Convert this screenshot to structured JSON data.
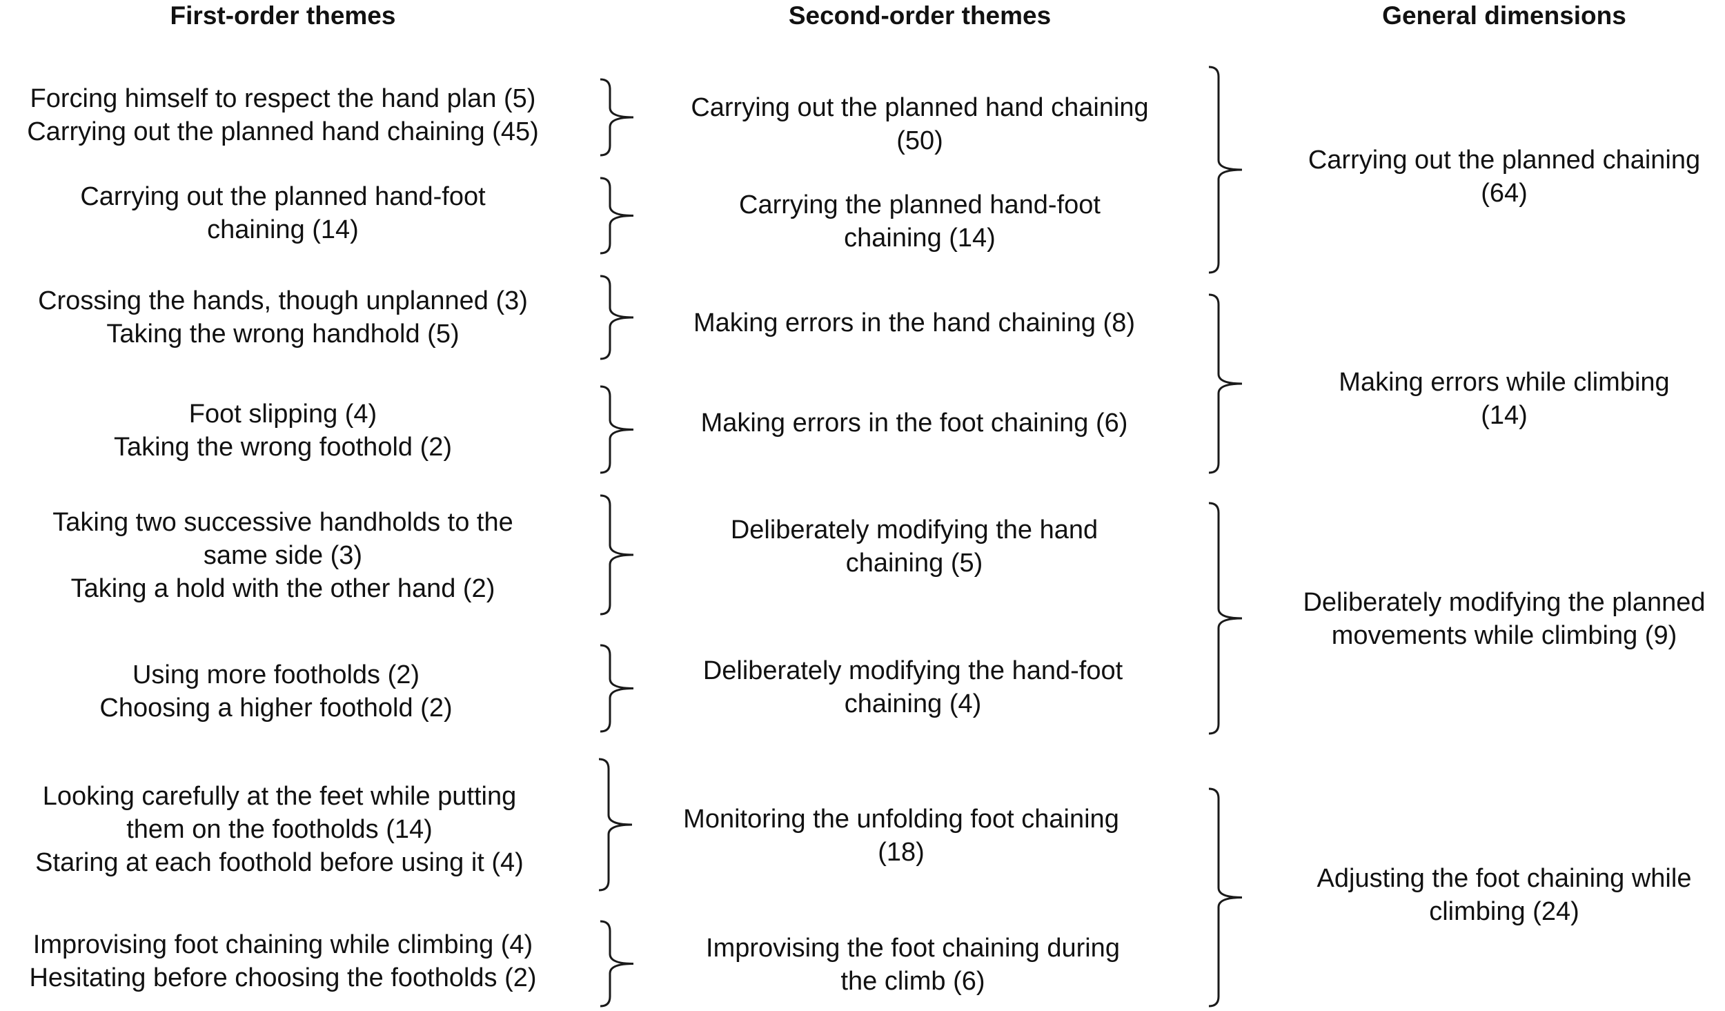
{
  "headers": {
    "first": "First-order themes",
    "second": "Second-order themes",
    "general": "General dimensions"
  },
  "first_order": [
    {
      "lines": [
        "Forcing himself to respect the hand plan (5)",
        "Carrying out the planned hand chaining (45)"
      ]
    },
    {
      "lines": [
        "Carrying out the planned hand-foot",
        "chaining (14)"
      ]
    },
    {
      "lines": [
        "Crossing the hands, though unplanned (3)",
        "Taking the wrong handhold (5)"
      ]
    },
    {
      "lines": [
        "Foot slipping (4)",
        "Taking the wrong foothold (2)"
      ]
    },
    {
      "lines": [
        "Taking two successive handholds to the",
        "same side (3)",
        "Taking a hold with the other hand (2)"
      ]
    },
    {
      "lines": [
        "Using more footholds (2)",
        "Choosing a higher foothold (2)"
      ]
    },
    {
      "lines": [
        "Looking carefully at the feet while putting",
        "them on the footholds (14)",
        "Staring at each foothold before using it (4)"
      ]
    },
    {
      "lines": [
        "Improvising foot chaining while climbing (4)",
        "Hesitating before choosing the footholds (2)"
      ]
    }
  ],
  "second_order": [
    {
      "lines": [
        "Carrying out the planned hand chaining",
        "(50)"
      ]
    },
    {
      "lines": [
        "Carrying the planned hand-foot",
        "chaining (14)"
      ]
    },
    {
      "lines": [
        "Making errors in the hand chaining (8)"
      ]
    },
    {
      "lines": [
        "Making errors in the foot chaining (6)"
      ]
    },
    {
      "lines": [
        "Deliberately modifying the hand",
        "chaining (5)"
      ]
    },
    {
      "lines": [
        "Deliberately modifying the hand-foot",
        "chaining (4)"
      ]
    },
    {
      "lines": [
        "Monitoring the unfolding foot chaining",
        "(18)"
      ]
    },
    {
      "lines": [
        "Improvising the foot chaining during",
        "the climb (6)"
      ]
    }
  ],
  "general": [
    {
      "lines": [
        "Carrying out the planned chaining",
        "(64)"
      ]
    },
    {
      "lines": [
        "Making errors while climbing",
        "(14)"
      ]
    },
    {
      "lines": [
        "Deliberately modifying the planned",
        "movements while climbing (9)"
      ]
    },
    {
      "lines": [
        "Adjusting the foot chaining while",
        "climbing (24)"
      ]
    }
  ]
}
